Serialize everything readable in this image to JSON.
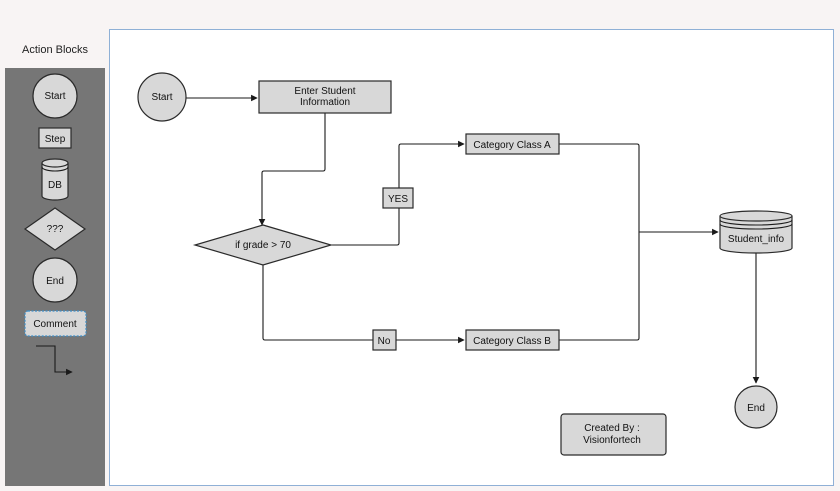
{
  "palette": {
    "title": "Action Blocks",
    "start": "Start",
    "step": "Step",
    "db": "DB",
    "decision": "???",
    "end": "End",
    "comment": "Comment"
  },
  "diagram": {
    "start": "Start",
    "enter_line1": "Enter Student",
    "enter_line2": "Information",
    "decision": "if grade > 70",
    "yes": "YES",
    "no": "No",
    "class_a": "Category Class A",
    "class_b": "Category Class B",
    "db": "Student_info",
    "end": "End",
    "credit_line1": "Created By :",
    "credit_line2": "Visionfortech"
  },
  "colors": {
    "palette_bg": "#767676",
    "shape_fill": "#d8d8d8",
    "comment_border": "#3d8fc9"
  }
}
